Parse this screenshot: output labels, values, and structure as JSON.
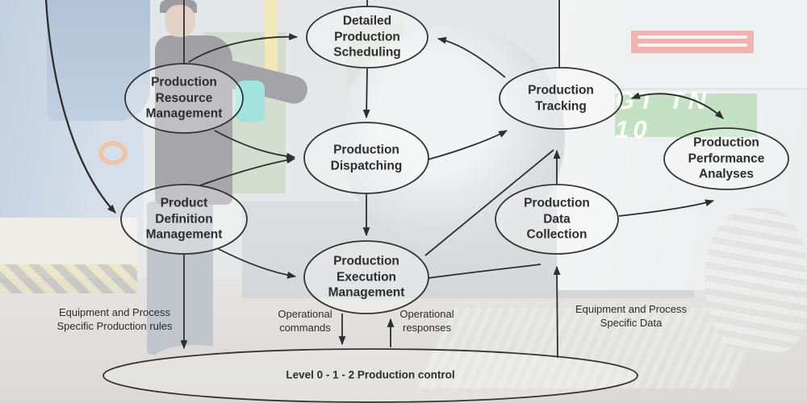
{
  "diagram": {
    "type": "flowchart",
    "nodes": [
      {
        "id": "detailed-production-scheduling",
        "label": "Detailed\nProduction\nScheduling"
      },
      {
        "id": "production-resource-management",
        "label": "Production\nResource\nManagement"
      },
      {
        "id": "production-tracking",
        "label": "Production\nTracking"
      },
      {
        "id": "production-performance-analyses",
        "label": "Production\nPerformance\nAnalyses"
      },
      {
        "id": "production-dispatching",
        "label": "Production\nDispatching"
      },
      {
        "id": "product-definition-management",
        "label": "Product\nDefinition\nManagement"
      },
      {
        "id": "production-data-collection",
        "label": "Production\nData\nCollection"
      },
      {
        "id": "production-execution-management",
        "label": "Production\nExecution\nManagement"
      },
      {
        "id": "level-production-control",
        "label": "Level 0 - 1 - 2 Production control"
      }
    ],
    "flow_labels": [
      {
        "id": "equipment-process-rules",
        "label": "Equipment and Process\nSpecific Production rules"
      },
      {
        "id": "operational-commands",
        "label": "Operational\ncommands"
      },
      {
        "id": "operational-responses",
        "label": "Operational\nresponses"
      },
      {
        "id": "equipment-process-data",
        "label": "Equipment and Process\nSpecific Data"
      }
    ],
    "edges": [
      {
        "from": "offscreen-top",
        "to": "detailed-production-scheduling"
      },
      {
        "from": "offscreen-top",
        "to": "production-resource-management"
      },
      {
        "from": "offscreen-top",
        "to": "production-tracking"
      },
      {
        "from": "offscreen-top-left",
        "to": "product-definition-management"
      },
      {
        "from": "production-resource-management",
        "to": "detailed-production-scheduling"
      },
      {
        "from": "production-resource-management",
        "to": "production-dispatching"
      },
      {
        "from": "product-definition-management",
        "to": "production-dispatching"
      },
      {
        "from": "product-definition-management",
        "to": "production-execution-management"
      },
      {
        "from": "product-definition-management",
        "to": "level-production-control",
        "label": "Equipment and Process Specific Production rules"
      },
      {
        "from": "detailed-production-scheduling",
        "to": "production-dispatching"
      },
      {
        "from": "production-tracking",
        "to": "detailed-production-scheduling"
      },
      {
        "from": "production-dispatching",
        "to": "production-execution-management"
      },
      {
        "from": "production-dispatching",
        "to": "production-tracking"
      },
      {
        "from": "production-execution-management",
        "to": "production-tracking"
      },
      {
        "from": "production-execution-management",
        "to": "production-data-collection"
      },
      {
        "from": "production-data-collection",
        "to": "production-tracking"
      },
      {
        "from": "production-tracking",
        "to": "production-performance-analyses",
        "bidirectional": true
      },
      {
        "from": "production-data-collection",
        "to": "production-performance-analyses"
      },
      {
        "from": "production-execution-management",
        "to": "level-production-control",
        "label": "Operational commands"
      },
      {
        "from": "level-production-control",
        "to": "production-execution-management",
        "label": "Operational responses"
      },
      {
        "from": "level-production-control",
        "to": "production-data-collection",
        "label": "Equipment and Process Specific Data"
      }
    ],
    "colors": {
      "stroke": "#2e2e2e",
      "node_fill": "rgba(255,255,255,0.3)",
      "label_text": "#2e2e2e"
    }
  },
  "photo": {
    "machine_plate_text": "GT TN 10"
  }
}
